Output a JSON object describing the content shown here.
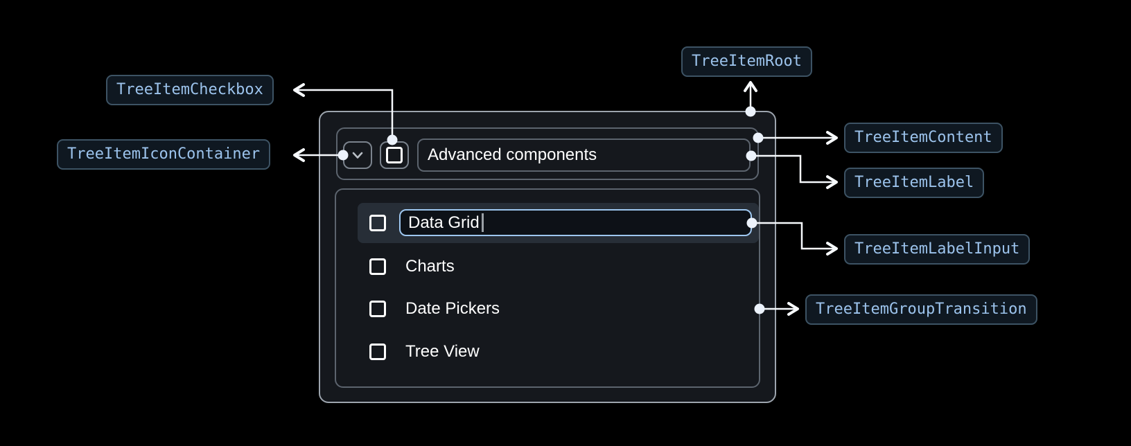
{
  "diagram": {
    "description": "Tree item anatomy diagram",
    "background": "#000000"
  },
  "annotations": {
    "checkbox": "TreeItemCheckbox",
    "icon_container": "TreeItemIconContainer",
    "root": "TreeItemRoot",
    "content": "TreeItemContent",
    "label": "TreeItemLabel",
    "label_input": "TreeItemLabelInput",
    "group_transition": "TreeItemGroupTransition"
  },
  "tree": {
    "parent_label": "Advanced components",
    "parent_expanded": true,
    "parent_checkbox_checked": false,
    "children": [
      {
        "label": "Data Grid",
        "state": "editing",
        "checkbox_checked": false
      },
      {
        "label": "Charts",
        "state": "default",
        "checkbox_checked": false
      },
      {
        "label": "Date Pickers",
        "state": "default",
        "checkbox_checked": false
      },
      {
        "label": "Tree View",
        "state": "default",
        "checkbox_checked": false
      }
    ]
  },
  "colors": {
    "accent_blue_text": "#9cc3ec",
    "chip_border": "#3d5364",
    "chip_background": "#0f1821",
    "input_focus_border": "#9ec7f0",
    "row_highlight": "#272e37",
    "root_border": "#9da5ae",
    "inner_border": "#5c646e",
    "connector": "#f7fafd"
  }
}
